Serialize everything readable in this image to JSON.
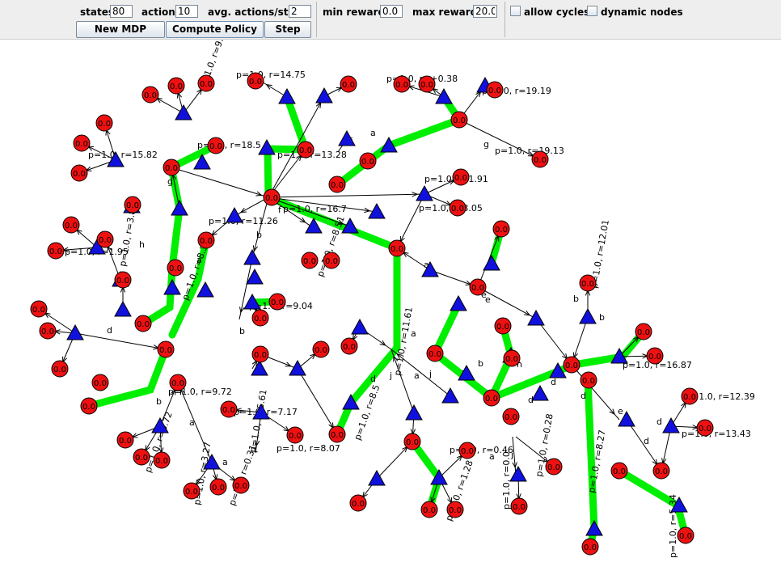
{
  "toolbar": {
    "states_label": "states",
    "states_value": "80",
    "actions_label": "actions",
    "actions_value": "10",
    "avg_label": "avg. actions/state",
    "avg_value": "2",
    "min_reward_label": "min reward:",
    "min_reward_value": "0.0",
    "max_reward_label": "max reward:",
    "max_reward_value": "20.0",
    "allow_cycles_label": "allow cycles",
    "allow_cycles_checked": false,
    "dynamic_nodes_label": "dynamic nodes",
    "dynamic_nodes_checked": false,
    "new_mdp_button": "New MDP",
    "compute_policy_button": "Compute Policy",
    "step_button": "Step"
  },
  "graph": {
    "state_value_text": "0.0",
    "edge_labels": [
      "p=1.0, r=+0.38",
      "p=1.0, r=19.19",
      "p=1.0, r=14.75",
      "p=1.0, r=19.13",
      "p=1.0, r=16.7",
      "p=1.0, r=13.28",
      "p=1.0, r=18.5",
      "p=1.0, r=15.82",
      "p=1.0, r=9.49",
      "p=1.0, r=1.95",
      "p=1.0, r=3.82",
      "p=1.0, r=11.26",
      "p=1.0, r=9.04",
      "p=1.0, r=8.51",
      "p=1.0, r=1.91",
      "p=1.0, r=3.05",
      "p=1.0, r=12.01",
      "p=1.0, r=8.37",
      "p=1.0, r=16.87",
      "p=1.0, r=12.39",
      "p=1.0, r=13.43",
      "p=1.0, r=9.72",
      "p=1.0, r=8.72",
      "p=1.0, r=7.17",
      "p=1.0, r=8.07",
      "p=1.0, r=5.61",
      "p=1.0, r=8.5",
      "p=1.0, r=0.46",
      "p=1.0, r=1.28",
      "p=1.0, r=0.28",
      "p=1.0, r=0.0",
      "p=1.0, r=8.27",
      "p=1.0, r=5.34",
      "p=1.0, r=3.27",
      "p=1.0, r=0.31",
      "p=1.0, r=11.61"
    ],
    "action_letters": [
      "a",
      "b",
      "c",
      "d",
      "e",
      "f",
      "g",
      "h",
      "i",
      "j"
    ]
  }
}
